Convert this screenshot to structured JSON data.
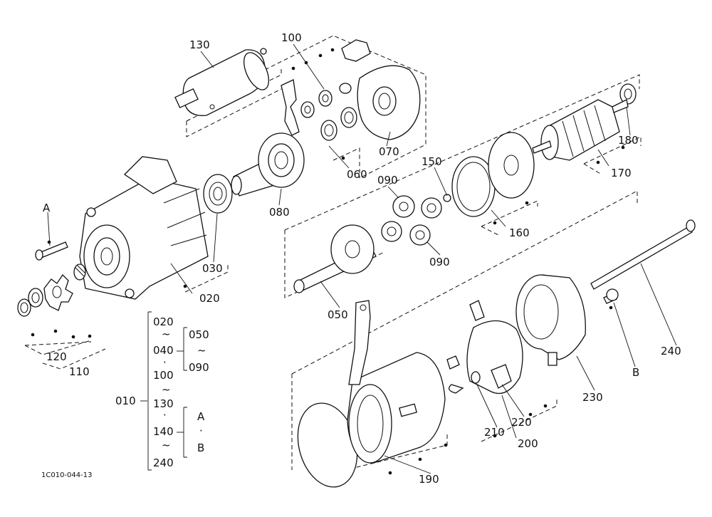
{
  "diagram": {
    "doc_code": "1C010-044-13",
    "labels": {
      "p130": "130",
      "p100": "100",
      "p070": "070",
      "p060": "060",
      "p080": "080",
      "p030": "030",
      "p020": "020",
      "pA": "A",
      "p120": "120",
      "p110": "110",
      "p150": "150",
      "p090a": "090",
      "p090b": "090",
      "p050": "050",
      "p160": "160",
      "p170": "170",
      "p180": "180",
      "p240": "240",
      "pB": "B",
      "p230": "230",
      "p220": "220",
      "p210": "210",
      "p200": "200",
      "p190": "190"
    },
    "assembly_key": {
      "root": "010",
      "col1": [
        "020",
        "~",
        "040",
        "·",
        "100",
        "~",
        "130",
        "·",
        "140",
        "~",
        "240"
      ],
      "col2a": [
        "050",
        "~",
        "090"
      ],
      "col2b": [
        "A",
        "·",
        "B"
      ]
    }
  }
}
